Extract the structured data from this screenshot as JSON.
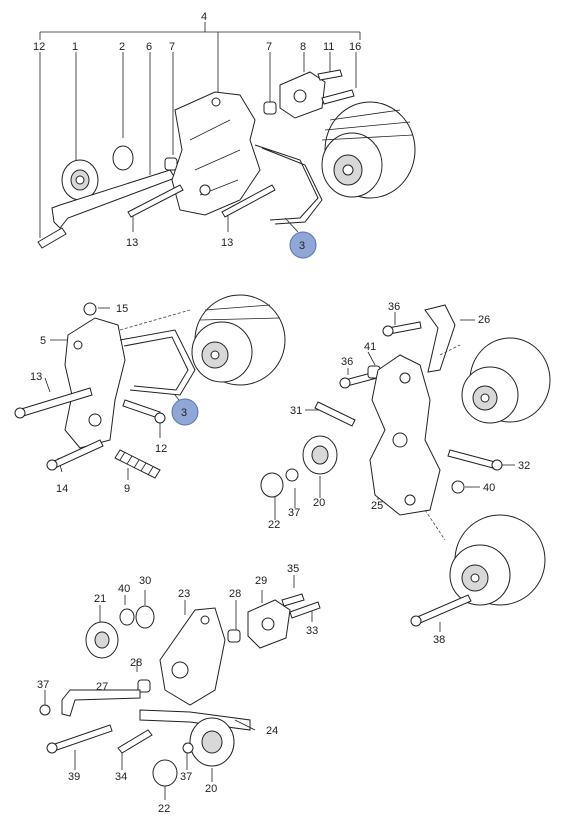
{
  "diagram": {
    "labels": {
      "t4": "4",
      "t12": "12",
      "t1": "1",
      "t2": "2",
      "t6": "6",
      "t7a": "7",
      "t7b": "7",
      "t8": "8",
      "t11": "11",
      "t16": "16",
      "t13a": "13",
      "t13b": "13",
      "t3a": "3",
      "t15": "15",
      "t5": "5",
      "t13c": "13",
      "t14": "14",
      "t9": "9",
      "t12b": "12",
      "t3b": "3",
      "t36a": "36",
      "t26": "26",
      "t36b": "36",
      "t41": "41",
      "t31": "31",
      "t32": "32",
      "t40a": "40",
      "t22a": "22",
      "t37a": "37",
      "t20a": "20",
      "t25": "25",
      "t38": "38",
      "t21": "21",
      "t40b": "40",
      "t30": "30",
      "t23": "23",
      "t28a": "28",
      "t29": "29",
      "t35": "35",
      "t33": "33",
      "t28b": "28",
      "t37b": "37",
      "t27": "27",
      "t24": "24",
      "t39": "39",
      "t34": "34",
      "t37c": "37",
      "t22b": "22",
      "t20b": "20"
    },
    "colors": {
      "callout_fill": "#8fa6d6",
      "callout_stroke": "#5a72b0",
      "line": "#222222"
    }
  }
}
